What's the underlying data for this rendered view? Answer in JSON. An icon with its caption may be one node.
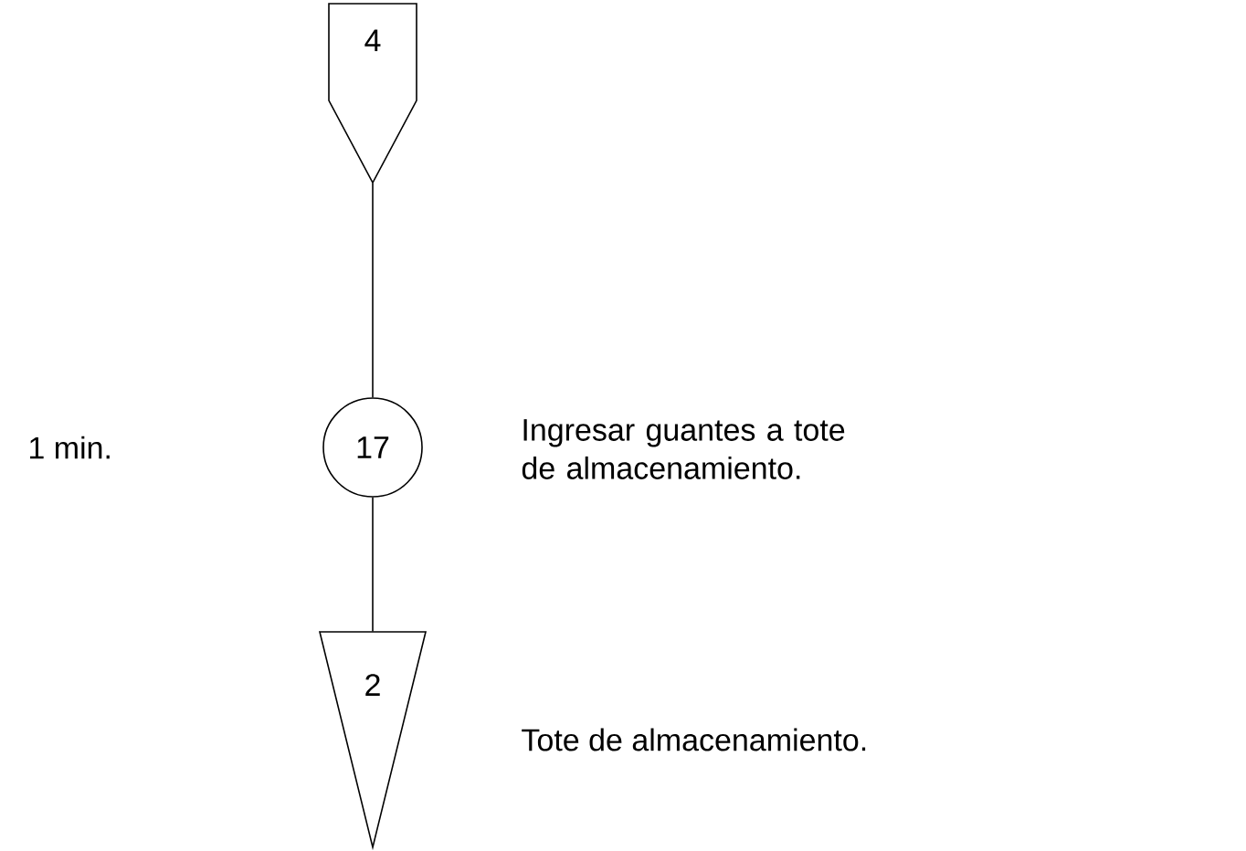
{
  "diagram": {
    "nodes": [
      {
        "text": [
          "4"
        ]
      },
      {
        "text": [
          "17"
        ],
        "beside": [
          "Ingresar guantes a tote de almacenamiento."
        ]
      },
      {
        "text": [
          "2"
        ],
        "beside": [
          "Tote de almacenamiento."
        ]
      }
    ],
    "edges": [
      {
        "from": 0,
        "to": 1,
        "arrow": "none"
      },
      {
        "from": 1,
        "to": 2,
        "arrow": "none"
      }
    ],
    "labels": [
      "1 min."
    ]
  }
}
